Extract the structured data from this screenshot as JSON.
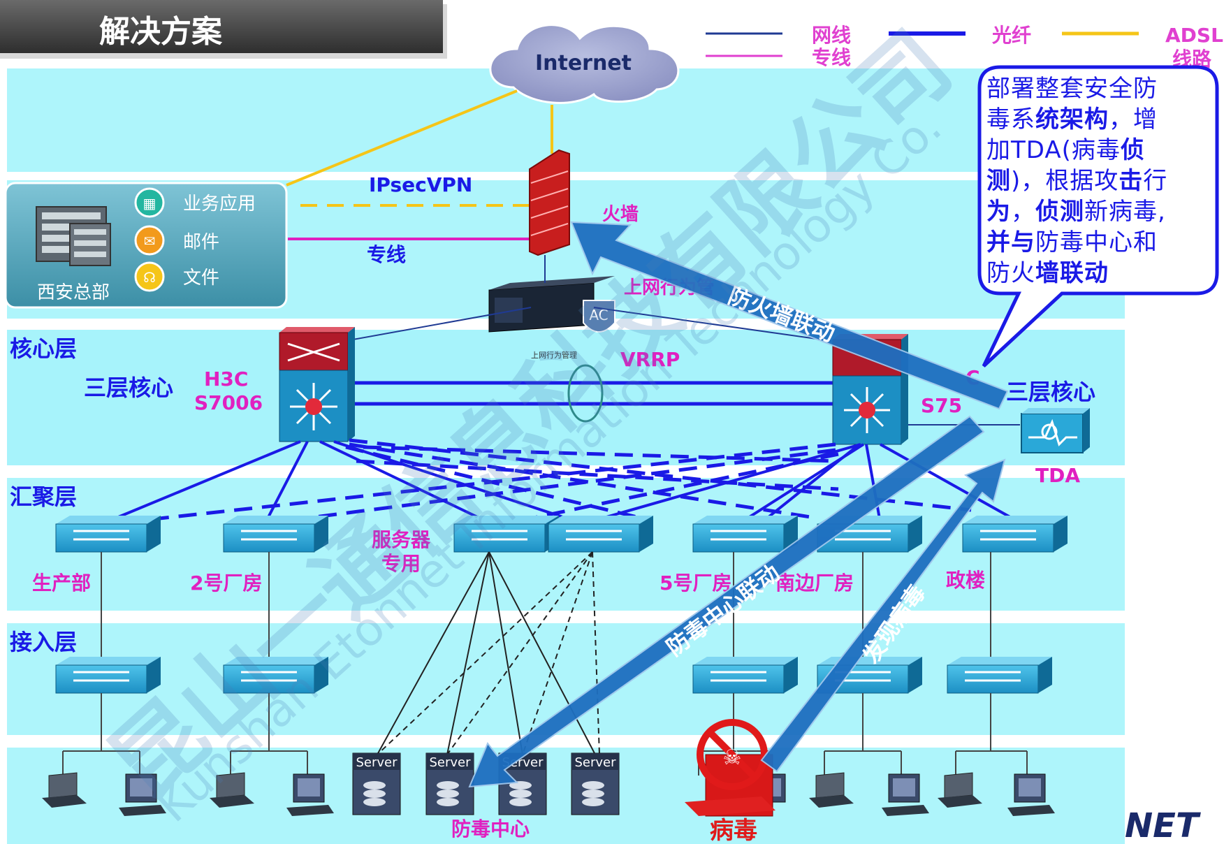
{
  "header": {
    "title": "解决方案"
  },
  "legend": [
    {
      "label": "网线",
      "color": "#1f3a93"
    },
    {
      "label": "专线",
      "color": "#e040d0"
    },
    {
      "label": "光纤",
      "color": "#1a1ae6"
    },
    {
      "label": "ADSL",
      "color": "#f5c518"
    },
    {
      "label": "线路",
      "color": "#e040d0"
    }
  ],
  "cloud": {
    "label": "Internet"
  },
  "hq": {
    "name": "西安总部",
    "items": [
      "业务应用",
      "邮件",
      "文件"
    ]
  },
  "links": {
    "ipsec": "IPsecVPN",
    "leased": "专线",
    "vrrp": "VRRP"
  },
  "firewall": {
    "label": "火墙"
  },
  "ac": {
    "label": "上网行为管",
    "badge": "AC",
    "small": "上网行为管理"
  },
  "layers": {
    "core": "核心层",
    "aggregation": "汇聚层",
    "access": "接入层"
  },
  "core_left": {
    "title": "三层核心",
    "brand": "H3C",
    "model": "S7006"
  },
  "core_right": {
    "title": "三层核心",
    "brand": "C",
    "model": "S75"
  },
  "tda": {
    "label": "TDA"
  },
  "agg_labels": [
    "生产部",
    "2号厂房",
    "服务器",
    "专用",
    "5号厂房",
    "南边厂房",
    "政楼"
  ],
  "servers": [
    "Server",
    "Server",
    "Server",
    "Server"
  ],
  "av_center": "防毒中心",
  "virus": "病毒",
  "arrows": {
    "firewall_link": "防火墙联动",
    "av_link": "防毒中心联动",
    "detect": "发现病毒"
  },
  "callout": [
    [
      {
        "t": "部署整套安全防",
        "b": false
      }
    ],
    [
      {
        "t": "毒系",
        "b": false
      },
      {
        "t": "统架构",
        "b": true
      },
      {
        "t": "，增",
        "b": false
      }
    ],
    [
      {
        "t": "加TDA(病毒",
        "b": false
      },
      {
        "t": "侦",
        "b": true
      }
    ],
    [
      {
        "t": "测",
        "b": true
      },
      {
        "t": ")，根据攻",
        "b": false
      },
      {
        "t": "击",
        "b": true
      },
      {
        "t": "行",
        "b": false
      }
    ],
    [
      {
        "t": "为",
        "b": true
      },
      {
        "t": "，",
        "b": false
      },
      {
        "t": "侦测",
        "b": true
      },
      {
        "t": "新病毒,",
        "b": false
      }
    ],
    [
      {
        "t": "并与",
        "b": true
      },
      {
        "t": "防毒中心和",
        "b": false
      }
    ],
    [
      {
        "t": "防火",
        "b": false
      },
      {
        "t": "墙联动",
        "b": true
      }
    ]
  ],
  "watermark": {
    "cn": "昆山一通信息科技有限公司",
    "en": "Kunshan Etonnet Information Technology Co.",
    "logo": "NET"
  },
  "colors": {
    "band": "#aef5fb",
    "title_bar": "#4a4a4a",
    "arrow": "#1e6fc0",
    "magenta": "#e020c0",
    "blue": "#1a1ae6"
  }
}
